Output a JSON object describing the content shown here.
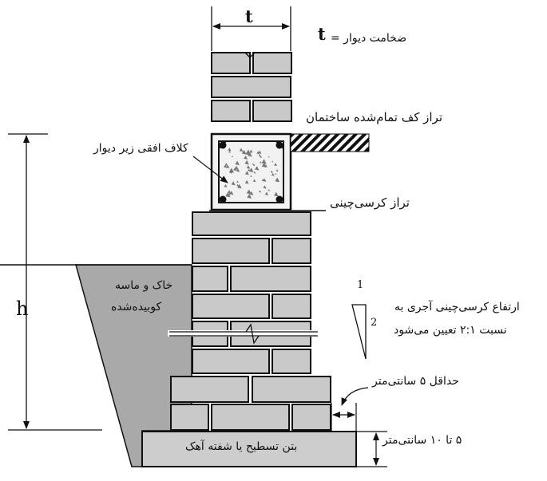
{
  "diagram": {
    "symbols": {
      "t_dim": "t",
      "t_eq": "t",
      "h": "h",
      "slope_1": "1",
      "slope_2": "2"
    },
    "labels": {
      "wall_thickness": "ضخامت دیوار =",
      "finished_floor": "تراز کف تمام‌شده ساختمان",
      "tie_beam": "کلاف افقی زیر دیوار",
      "plinth_level": "تراز کرسی‌چینی",
      "fill_line1": "خاک و ماسه",
      "fill_line2": "کوبیده‌شده",
      "plinth_height_line1": "ارتفاع کرسی‌چینی آجری به",
      "plinth_height_line2": "نسبت ۲:۱ تعیین می‌شود",
      "min_offset": "حداقل ۵ سانتی‌متر",
      "footing": "بتن تسطیح یا شفته آهک",
      "footing_thickness": "۵ تا ۱۰ سانتی‌متر"
    },
    "colors": {
      "brick": "#c9c9c9",
      "fill": "#a9a9a9",
      "footing": "#cdcdcd",
      "concrete": "#f2f2f2",
      "line": "#111111"
    }
  }
}
